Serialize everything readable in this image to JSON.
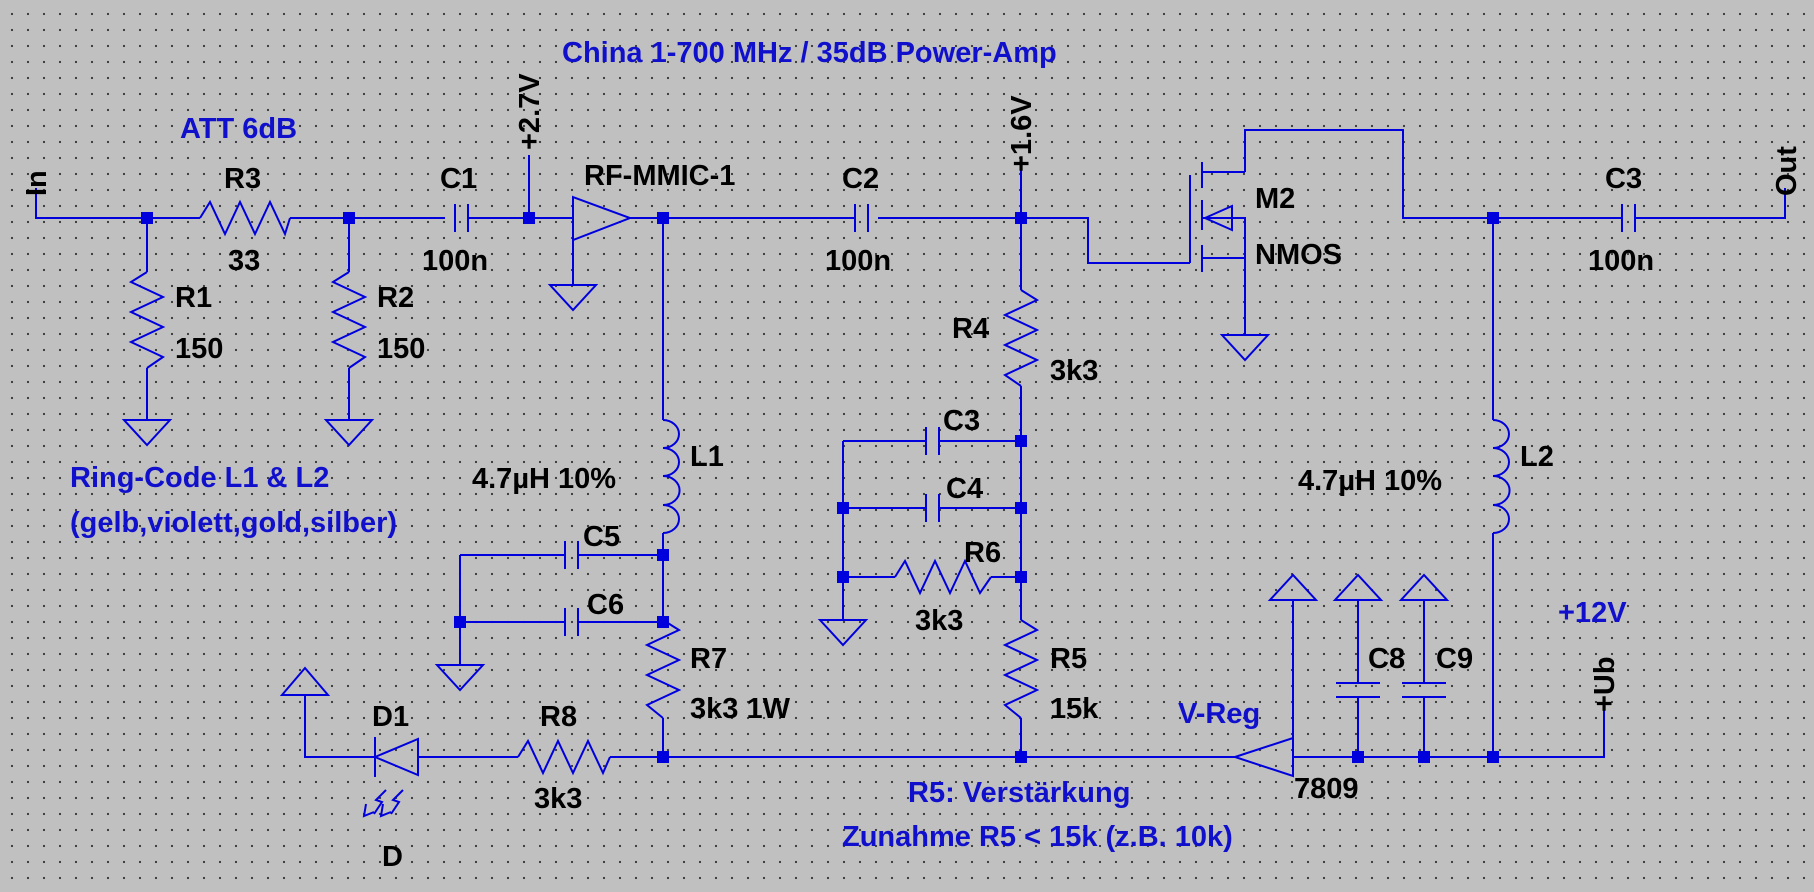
{
  "title": "China 1-700 MHz / 35dB Power-Amp",
  "notes": {
    "att": "ATT 6dB",
    "ring_code_1": "Ring-Code L1 & L2",
    "ring_code_2": "(gelb,violett,gold,silber)",
    "gain_1": "R5: Verstärkung",
    "gain_2": "Zunahme R5 < 15k (z.B. 10k)",
    "supply": "+12V",
    "vreg": "V-Reg"
  },
  "nets": {
    "in": "In",
    "out": "Out",
    "v27": "+2.7V",
    "v16": "+1.6V",
    "ub": "+Ub"
  },
  "components": {
    "R1": {
      "name": "R1",
      "value": "150"
    },
    "R2": {
      "name": "R2",
      "value": "150"
    },
    "R3": {
      "name": "R3",
      "value": "33"
    },
    "R4": {
      "name": "R4",
      "value": "3k3"
    },
    "R5": {
      "name": "R5",
      "value": "15k"
    },
    "R6": {
      "name": "R6",
      "value": "3k3"
    },
    "R7": {
      "name": "R7",
      "value": "3k3 1W"
    },
    "R8": {
      "name": "R8",
      "value": "3k3"
    },
    "C1": {
      "name": "C1",
      "value": "100n"
    },
    "C2": {
      "name": "C2",
      "value": "100n"
    },
    "C3out": {
      "name": "C3",
      "value": "100n"
    },
    "C3": {
      "name": "C3"
    },
    "C4": {
      "name": "C4"
    },
    "C5": {
      "name": "C5"
    },
    "C6": {
      "name": "C6"
    },
    "C8": {
      "name": "C8"
    },
    "C9": {
      "name": "C9"
    },
    "L1": {
      "name": "L1",
      "value": "4.7µH 10%"
    },
    "L2": {
      "name": "L2",
      "value": "4.7µH 10%"
    },
    "U1": {
      "name": "RF-MMIC-1"
    },
    "M2": {
      "name": "M2",
      "value": "NMOS"
    },
    "D1": {
      "name": "D1",
      "value": "D"
    },
    "U2": {
      "value": "7809"
    }
  },
  "colors": {
    "wire": "#0000dd",
    "note": "#1010cc",
    "label": "#000000",
    "background": "#c0c0c0"
  }
}
